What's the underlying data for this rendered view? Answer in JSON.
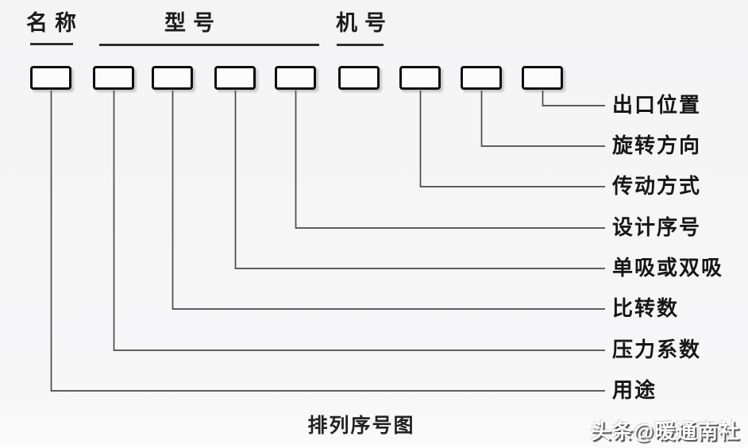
{
  "diagram": {
    "caption": "排列序号图",
    "watermark": "头条@暖通南社",
    "groups": [
      {
        "label": "名称"
      },
      {
        "label": "型号"
      },
      {
        "label": "机号"
      }
    ],
    "box_count": 9,
    "fields": [
      {
        "label": "出口位置"
      },
      {
        "label": "旋转方向"
      },
      {
        "label": "传动方式"
      },
      {
        "label": "设计序号"
      },
      {
        "label": "单吸或双吸"
      },
      {
        "label": "比转数"
      },
      {
        "label": "压力系数"
      },
      {
        "label": "用途"
      }
    ],
    "colors": {
      "background": "#f5f5f6",
      "box_border": "#0d0d0d",
      "connector_line": "#4a4a4a",
      "text": "#1b1b1b",
      "watermark_fill": "#ffffff",
      "watermark_shadow": "#464646"
    }
  }
}
